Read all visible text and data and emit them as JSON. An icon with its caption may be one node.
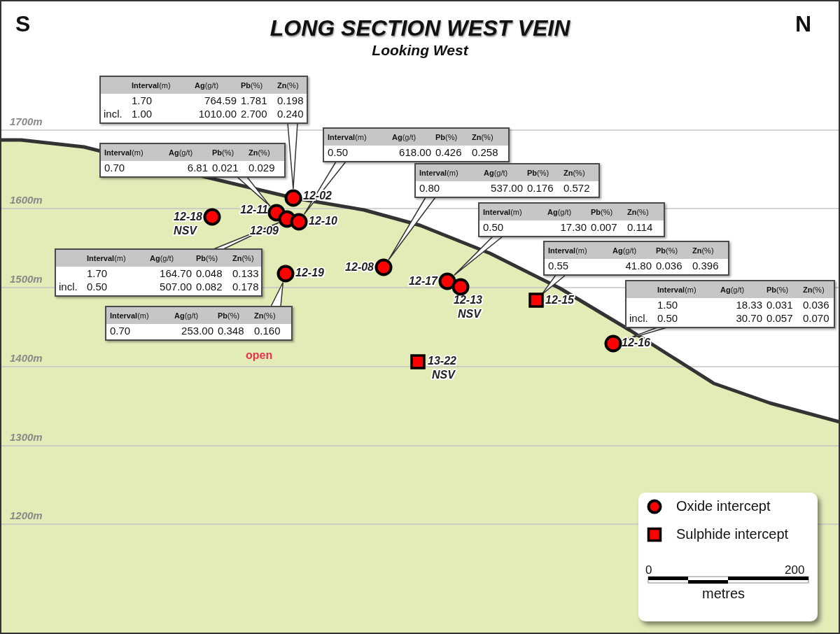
{
  "diagram": {
    "title": "LONG SECTION WEST VEIN",
    "nodes": [
      {
        "text": [
          "**Interval**(m)",
          "**Ag**(g/t)",
          "**Pb**(%)",
          "**Zn**(%)",
          "1.70",
          "764.59",
          "1.781",
          "0.198",
          "incl.",
          "1.00",
          "1010.00",
          "2.700",
          "0.240"
        ]
      },
      {
        "text": [
          "**Interval**(m)",
          "**Ag**(g/t)",
          "**Pb**(%)",
          "**Zn**(%)",
          "0.70",
          "6.81",
          "0.021",
          "0.029"
        ]
      },
      {
        "text": [
          "**Interval**(m)",
          "**Ag**(g/t)",
          "**Pb**(%)",
          "**Zn**(%)",
          "0.50",
          "618.00",
          "0.426",
          "0.258"
        ]
      },
      {
        "text": [
          "**Interval**(m)",
          "**Ag**(g/t)",
          "**Pb**(%)",
          "**Zn**(%)",
          "0.80",
          "537.00",
          "0.176",
          "0.572"
        ]
      },
      {
        "text": [],
        "shape": "circle",
        "beside": [
          "12-02"
        ]
      },
      {
        "text": [],
        "shape": "circle",
        "beside": [
          "12-11"
        ]
      },
      {
        "text": [],
        "shape": "circle",
        "beside": [
          "12-18",
          "NSV"
        ]
      },
      {
        "text": [],
        "shape": "circle",
        "beside": [
          "12-09"
        ]
      },
      {
        "text": [],
        "shape": "circle",
        "beside": [
          "12-10"
        ]
      },
      {
        "text": [
          "**Interval**(m)",
          "**Ag**(g/t)",
          "**Pb**(%)",
          "**Zn**(%)",
          "0.50",
          "17.30",
          "0.007",
          "0.114"
        ]
      },
      {
        "text": [
          "**Interval**(m)",
          "**Ag**(g/t)",
          "**Pb**(%)",
          "**Zn**(%)",
          "0.55",
          "41.80",
          "0.036",
          "0.396"
        ]
      },
      {
        "text": [
          "**Interval**(m)",
          "**Ag**(g/t)",
          "**Pb**(%)",
          "**Zn**(%)",
          "1.70",
          "164.70",
          "0.048",
          "0.133",
          "incl.",
          "0.50",
          "507.00",
          "0.082",
          "0.178"
        ]
      },
      {
        "text": [],
        "shape": "circle",
        "beside": [
          "12-19"
        ]
      },
      {
        "text": [],
        "shape": "circle",
        "beside": [
          "12-08"
        ]
      },
      {
        "text": [],
        "shape": "circle",
        "beside": [
          "12-17"
        ]
      },
      {
        "text": [],
        "shape": "circle",
        "beside": [
          "12-13",
          "NSV"
        ]
      },
      {
        "text": [],
        "shape": "box",
        "beside": [
          "12-15"
        ]
      },
      {
        "text": [
          "**Interval**(m)",
          "**Ag**(g/t)",
          "**Pb**(%)",
          "**Zn**(%)",
          "1.50",
          "18.33",
          "0.031",
          "0.036",
          "incl.",
          "0.50",
          "30.70",
          "0.057",
          "0.070"
        ]
      },
      {
        "text": [
          "**Interval**(m)",
          "**Ag**(g/t)",
          "**Pb**(%)",
          "**Zn**(%)",
          "0.70",
          "253.00",
          "0.348",
          "0.160"
        ]
      },
      {
        "text": [],
        "shape": "circle",
        "beside": [
          "12-16"
        ]
      },
      {
        "text": [],
        "shape": "box",
        "beside": [
          "13-22",
          "NSV"
        ]
      }
    ],
    "edges": [
      {
        "from": 0,
        "to": 4,
        "arrow": "none"
      },
      {
        "from": 1,
        "to": 5,
        "arrow": "none"
      },
      {
        "from": 2,
        "to": 8,
        "arrow": "none"
      },
      {
        "from": 3,
        "to": 13,
        "arrow": "none"
      },
      {
        "from": 9,
        "to": 14,
        "arrow": "none"
      },
      {
        "from": 10,
        "to": 16,
        "arrow": "none"
      },
      {
        "from": 17,
        "to": 19,
        "arrow": "none"
      },
      {
        "from": 11,
        "to": 7,
        "arrow": "none"
      },
      {
        "from": 18,
        "to": 12,
        "arrow": "none"
      }
    ],
    "labels": [
      "S",
      "N",
      "Looking West",
      "1700m",
      "1600m",
      "1500m",
      "1400m",
      "1300m",
      "1200m",
      "open",
      "0",
      "200",
      "metres"
    ],
    "legend": [
      {
        "text": "Oxide intercept"
      },
      {
        "text": "Sulphide intercept"
      }
    ]
  }
}
